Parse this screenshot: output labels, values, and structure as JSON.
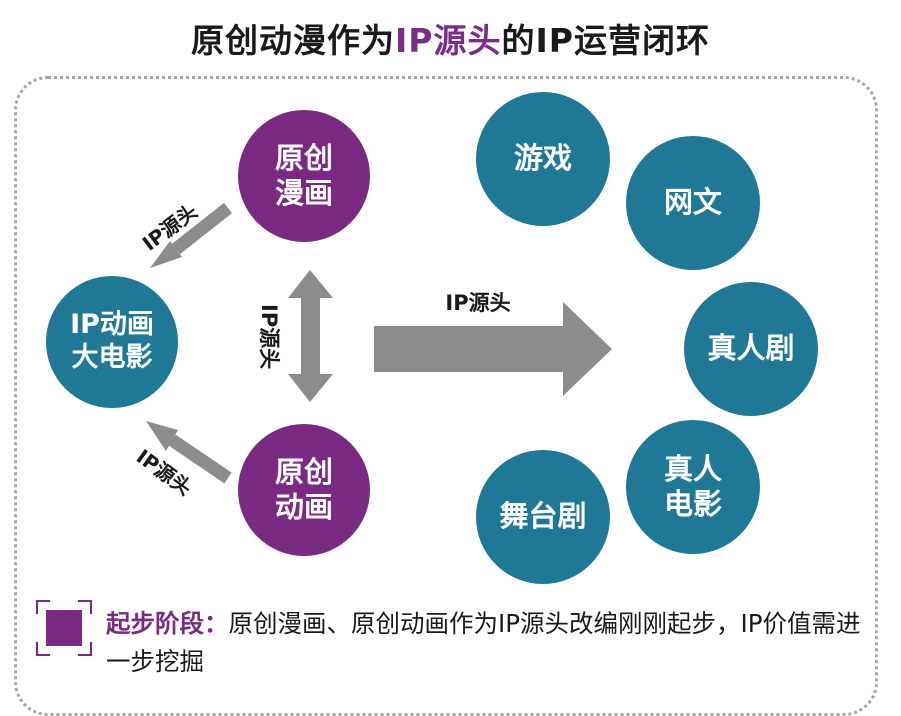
{
  "title": {
    "part1": "原创动漫作为",
    "accent": "IP源头",
    "part2": "的IP运营闭环"
  },
  "colors": {
    "purple": "#7b2a84",
    "blue": "#1e7896",
    "arrow_gray": "#8c8c8c",
    "frame_gray": "#a6a6a6"
  },
  "nodes": {
    "original_manga": [
      "原创",
      "漫画"
    ],
    "original_animation": [
      "原创",
      "动画"
    ],
    "ip_animation_film": [
      "IP动画",
      "大电影"
    ],
    "game": [
      "游戏"
    ],
    "web_novel": [
      "网文"
    ],
    "live_drama": [
      "真人剧"
    ],
    "live_movie": [
      "真人",
      "电影"
    ],
    "stage_play": [
      "舞台剧"
    ]
  },
  "arrow_labels": {
    "manga_to_film": "IP源头",
    "vertical": "IP源头",
    "animation_to_film": "IP源头",
    "to_derivatives": "IP源头"
  },
  "legend": {
    "key": "起步阶段：",
    "text": "原创漫画、原创动画作为IP源头改编刚刚起步，IP价值需进一步挖掘"
  }
}
